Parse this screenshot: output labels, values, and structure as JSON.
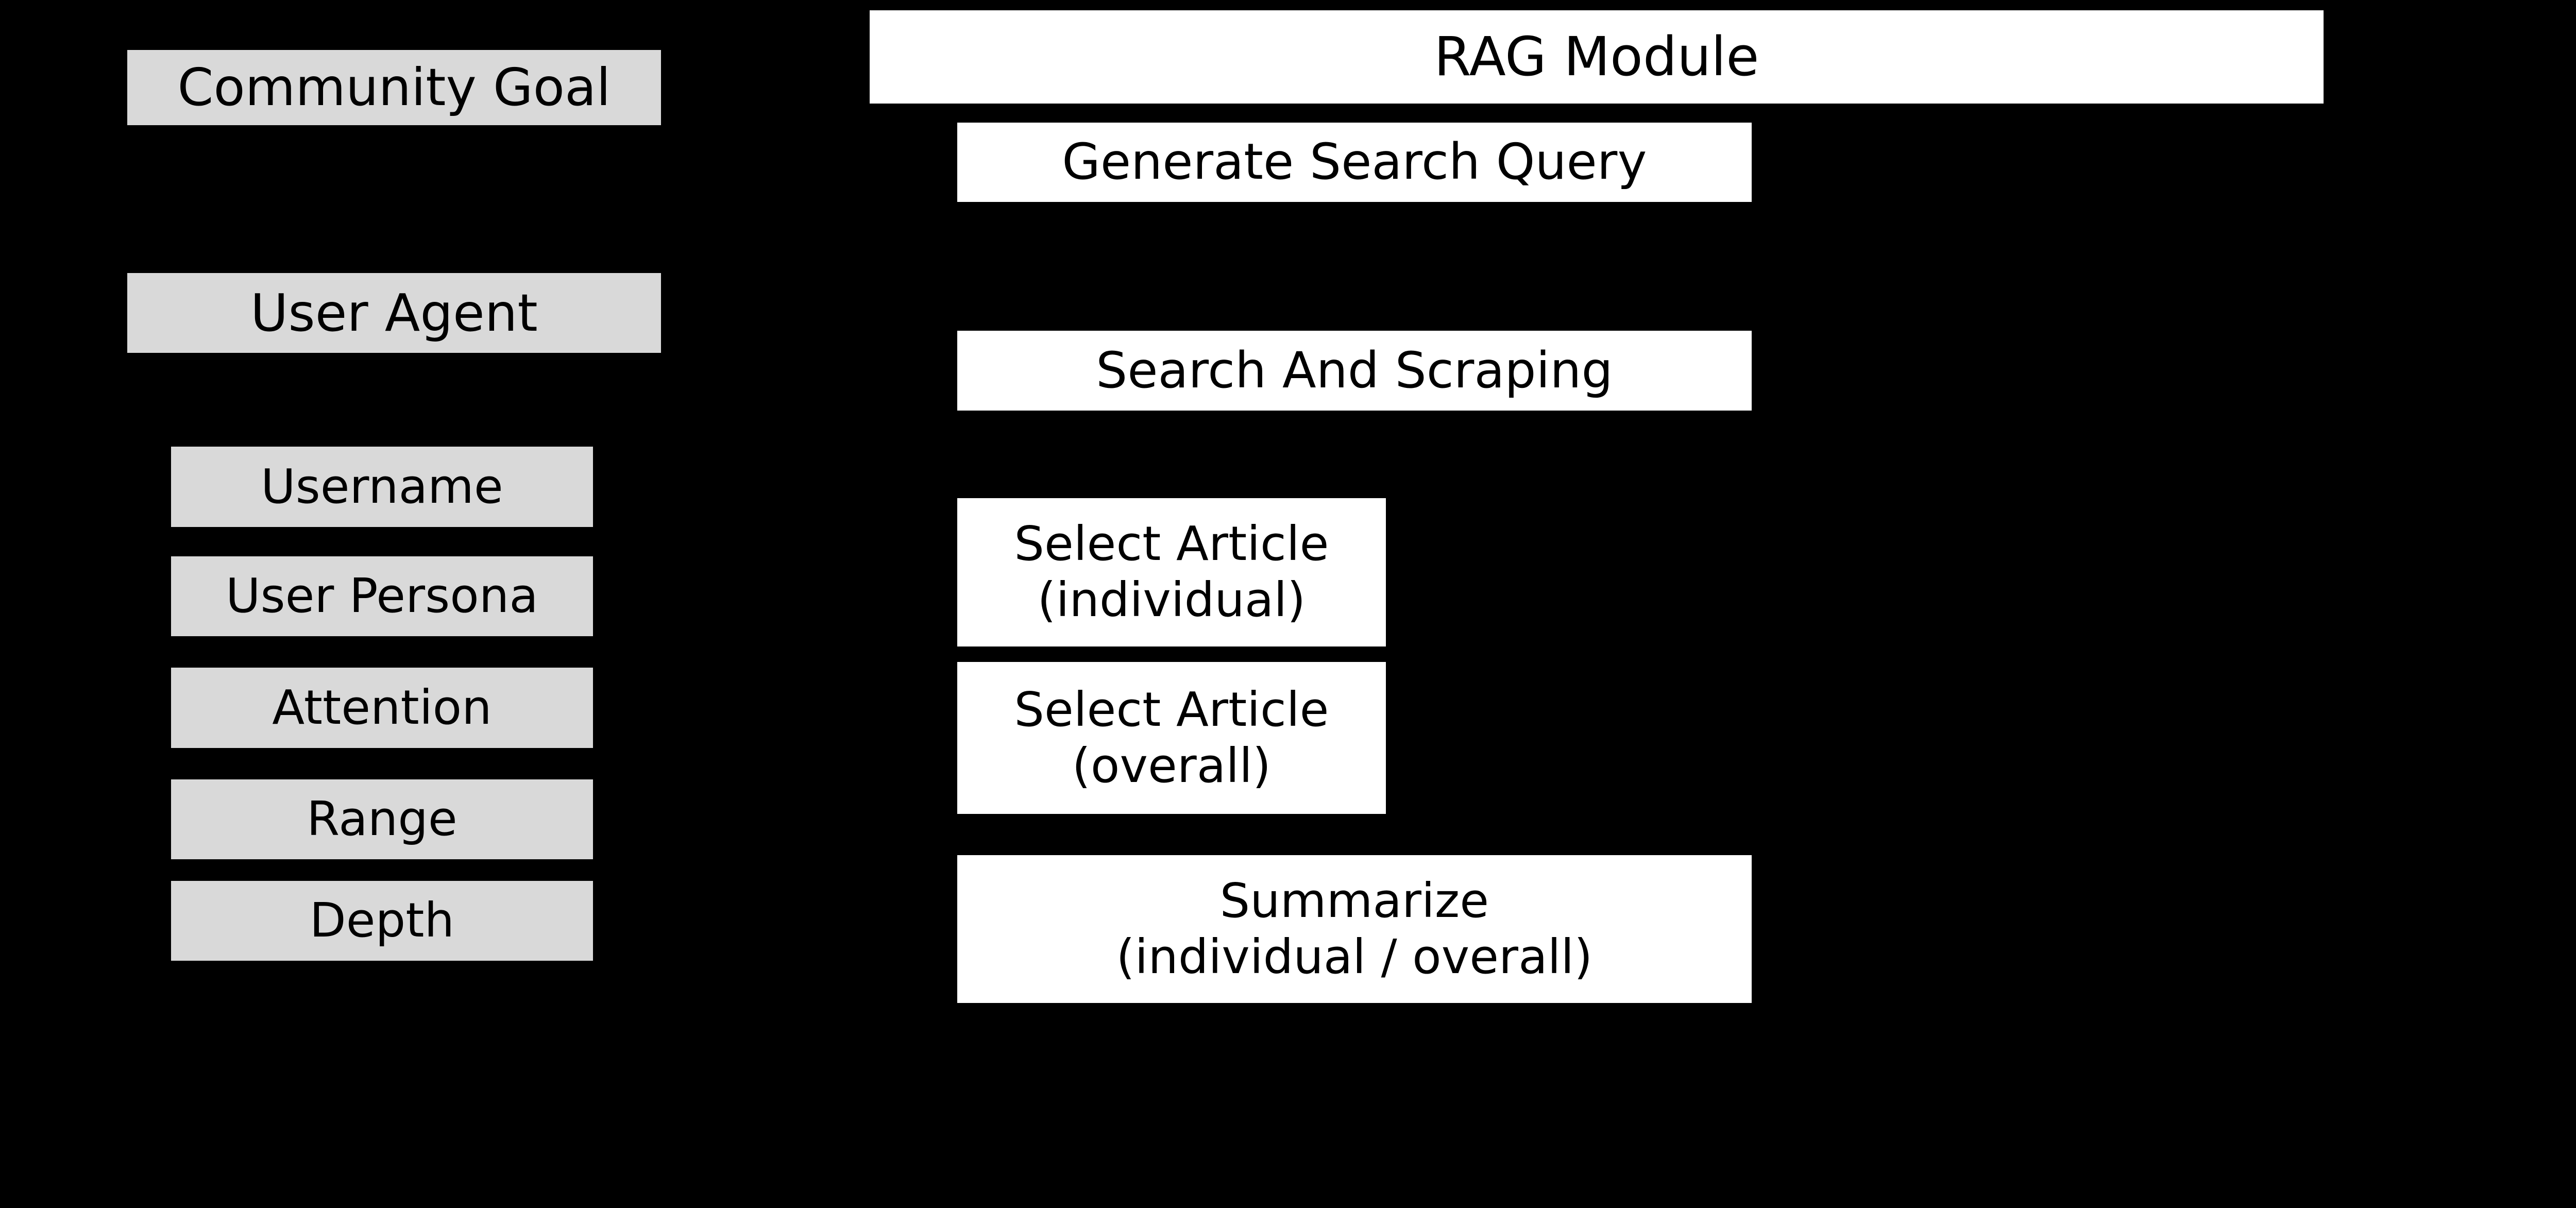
{
  "diagram": {
    "type": "block-diagram",
    "background_color": "#000000",
    "palette": {
      "agent_block_fill": "#d9d9d9",
      "module_block_fill": "#ffffff",
      "text_color": "#000000"
    },
    "left_column": {
      "name": "user-agent-configuration",
      "blocks": [
        {
          "id": "community-goal",
          "label": "Community Goal",
          "fill": "#d9d9d9"
        },
        {
          "id": "user-agent",
          "label": "User Agent",
          "fill": "#d9d9d9"
        },
        {
          "id": "username",
          "label": "Username",
          "fill": "#d9d9d9"
        },
        {
          "id": "user-persona",
          "label": "User Persona",
          "fill": "#d9d9d9"
        },
        {
          "id": "attention",
          "label": "Attention",
          "fill": "#d9d9d9"
        },
        {
          "id": "range",
          "label": "Range",
          "fill": "#d9d9d9"
        },
        {
          "id": "depth",
          "label": "Depth",
          "fill": "#d9d9d9"
        }
      ]
    },
    "right_column": {
      "name": "rag-module-pipeline",
      "header": {
        "id": "rag-module",
        "label": "RAG Module",
        "fill": "#ffffff"
      },
      "steps": [
        {
          "id": "generate-search-query",
          "label": "Generate Search Query",
          "fill": "#ffffff"
        },
        {
          "id": "search-and-scraping",
          "label": "Search And Scraping",
          "fill": "#ffffff"
        },
        {
          "id": "select-article-individual",
          "label": "Select Article\n(individual)",
          "fill": "#ffffff"
        },
        {
          "id": "select-article-overall",
          "label": "Select Article\n(overall)",
          "fill": "#ffffff"
        },
        {
          "id": "summarize",
          "label": "Summarize\n(individual / overall)",
          "fill": "#ffffff"
        }
      ]
    }
  }
}
